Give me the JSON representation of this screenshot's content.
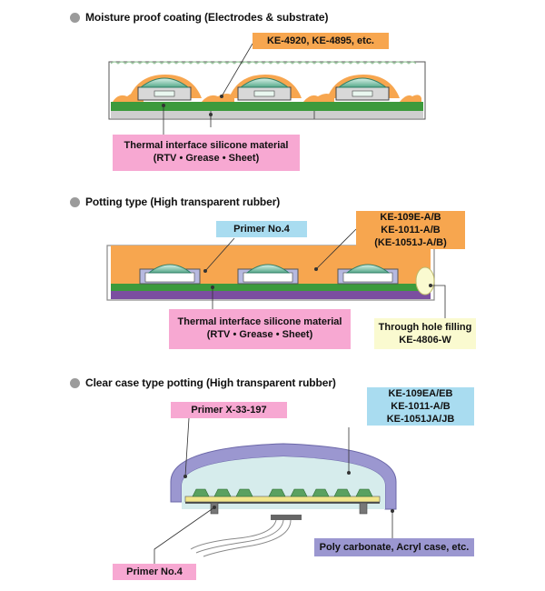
{
  "sections": {
    "moisture": {
      "title": "Moisture proof coating (Electrodes & substrate)",
      "product_label": "KE-4920, KE-4895, etc.",
      "tim_line1": "Thermal interface silicone material",
      "tim_line2": "(RTV • Grease • Sheet)"
    },
    "potting": {
      "title": "Potting type (High transparent rubber)",
      "primer_label": "Primer No.4",
      "products": [
        "KE-109E-A/B",
        "KE-1011-A/B",
        "(KE-1051J-A/B)"
      ],
      "tim_line1": "Thermal interface silicone material",
      "tim_line2": "(RTV • Grease • Sheet)",
      "through_hole_line1": "Through hole filling",
      "through_hole_line2": "KE-4806-W"
    },
    "clearcase": {
      "title": "Clear case type potting (High transparent rubber)",
      "primer_top_label": "Primer X-33-197",
      "products": [
        "KE-109EA/EB",
        "KE-1011-A/B",
        "KE-1051JA/JB"
      ],
      "case_label": "Poly carbonate, Acryl case, etc.",
      "primer_bottom_label": "Primer No.4"
    }
  },
  "colors": {
    "orange": "#f7a64f",
    "pink": "#f7a8d2",
    "light_blue": "#a9dcf0",
    "cream": "#fafad0",
    "substrate_green": "#3c9a3c",
    "base_purple": "#7b4ea0",
    "case_lavender": "#9b97d0",
    "led_teal": "#7cc8b4"
  }
}
